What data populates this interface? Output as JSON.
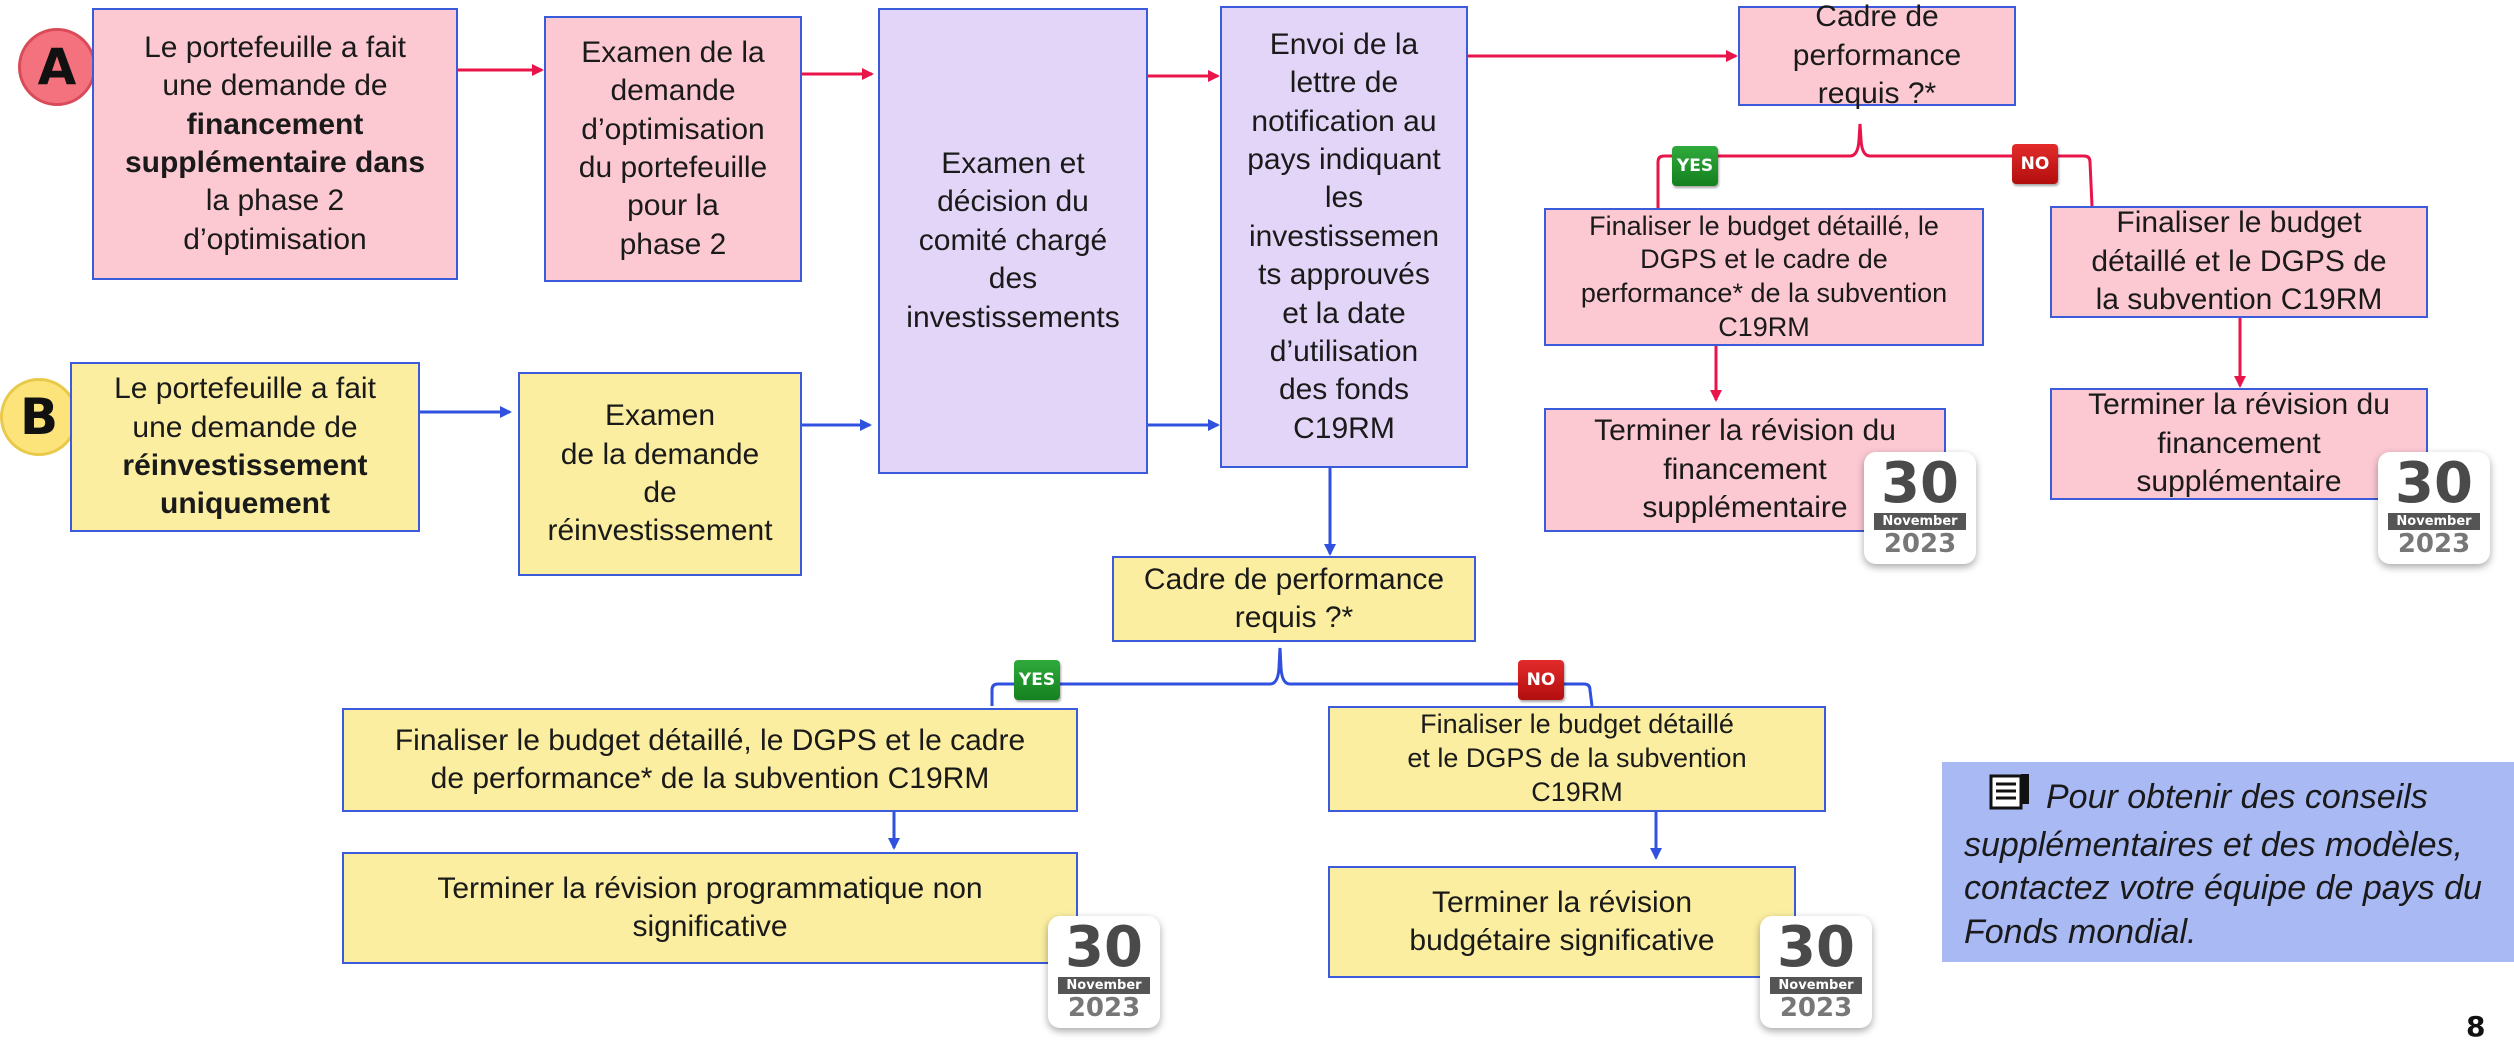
{
  "badges": {
    "a": "A",
    "b": "B"
  },
  "row_a": {
    "request_lines": [
      "Le portefeuille a fait",
      "une demande de",
      "financement",
      "supplémentaire dans",
      "la phase 2",
      "d’optimisation"
    ],
    "review_lines": [
      "Examen de la",
      "demande",
      "d’optimisation",
      "du portefeuille",
      "pour la",
      "phase 2"
    ]
  },
  "row_b": {
    "request_lines": [
      "Le portefeuille a fait",
      "une demande de",
      "réinvestissement",
      "uniquement"
    ],
    "review_lines": [
      "Examen",
      "de la demande",
      "de",
      "réinvestissement"
    ]
  },
  "committee_lines": [
    "Examen et",
    "décision du",
    "comité chargé",
    "des",
    "investissements"
  ],
  "notification_lines": [
    "Envoi de la",
    "lettre de",
    "notification au",
    "pays indiquant",
    "les",
    "investissemen",
    "ts approuvés",
    "et la date",
    "d’utilisation",
    "des fonds",
    "C19RM"
  ],
  "top_branch": {
    "question_lines": [
      "Cadre de",
      "performance",
      "requis ?*"
    ],
    "yes_label": "YES",
    "no_label": "NO",
    "yes_finalize_lines": [
      "Finaliser le budget détaillé, le",
      "DGPS et le cadre de",
      "performance* de la subvention",
      "C19RM"
    ],
    "yes_complete_lines": [
      "Terminer la révision du",
      "financement",
      "supplémentaire"
    ],
    "no_finalize_lines": [
      "Finaliser le budget",
      "détaillé et le DGPS de",
      "la subvention C19RM"
    ],
    "no_complete_lines": [
      "Terminer la révision du",
      "financement",
      "supplémentaire"
    ]
  },
  "bottom_branch": {
    "question_lines": [
      "Cadre de performance",
      "requis ?*"
    ],
    "yes_label": "YES",
    "no_label": "NO",
    "yes_finalize_lines": [
      "Finaliser le budget détaillé, le DGPS et le cadre",
      "de performance* de la subvention C19RM"
    ],
    "yes_complete_lines": [
      "Terminer la révision programmatique non",
      "significative"
    ],
    "no_finalize_lines": [
      "Finaliser le budget détaillé",
      "et le DGPS de la subvention",
      "C19RM"
    ],
    "no_complete_lines": [
      "Terminer la révision",
      "budgétaire significative"
    ]
  },
  "deadline": {
    "day": "30",
    "month": "November",
    "year": "2023"
  },
  "note": {
    "icon": "document-icon",
    "text": "Pour obtenir des conseils supplémentaires et des modèles, contactez votre équipe de pays du Fonds mondial."
  },
  "page_number": "8",
  "colors": {
    "pink_fill": "#fcc9d3",
    "yellow_fill": "#fbeea0",
    "purple_fill": "#e3d5f7",
    "box_border": "#3b5bdb",
    "arrow_red": "#e8144a",
    "arrow_blue": "#3050e0",
    "note_fill": "#a9b9f4"
  }
}
